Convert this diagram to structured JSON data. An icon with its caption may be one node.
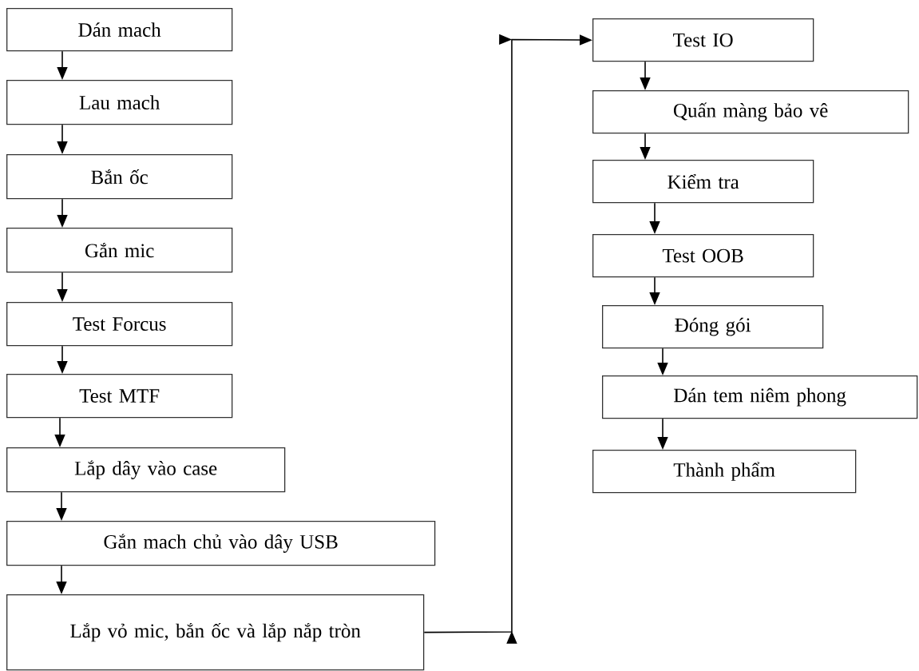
{
  "diagram": {
    "nodes": [
      {
        "text": [
          "Dán mach"
        ]
      },
      {
        "text": [
          "Lau mach"
        ]
      },
      {
        "text": [
          "Bắn ốc"
        ]
      },
      {
        "text": [
          "Gắn mic"
        ]
      },
      {
        "text": [
          "Test Forcus"
        ]
      },
      {
        "text": [
          "Test MTF"
        ]
      },
      {
        "text": [
          "Lắp dây vào case"
        ]
      },
      {
        "text": [
          "Gắn mach chủ vào dây USB"
        ]
      },
      {
        "text": [
          "Lắp vỏ mic, bắn ốc và lắp nắp tròn"
        ]
      },
      {
        "text": [
          "Test IO"
        ]
      },
      {
        "text": [
          "Quấn màng bảo vê"
        ]
      },
      {
        "text": [
          "Kiểm tra"
        ]
      },
      {
        "text": [
          "Test OOB"
        ]
      },
      {
        "text": [
          "Đóng gói"
        ]
      },
      {
        "text": [
          "Dán tem niêm phong"
        ]
      },
      {
        "text": [
          "Thành phẩm"
        ]
      }
    ],
    "edges": [
      {
        "from": 0,
        "to": 1,
        "arrow": "to"
      },
      {
        "from": 1,
        "to": 2,
        "arrow": "to"
      },
      {
        "from": 2,
        "to": 3,
        "arrow": "to"
      },
      {
        "from": 3,
        "to": 4,
        "arrow": "to"
      },
      {
        "from": 4,
        "to": 5,
        "arrow": "to"
      },
      {
        "from": 5,
        "to": 6,
        "arrow": "to"
      },
      {
        "from": 6,
        "to": 7,
        "arrow": "to"
      },
      {
        "from": 7,
        "to": 8,
        "arrow": "to"
      },
      {
        "from": 8,
        "to": 9,
        "arrow": "to"
      },
      {
        "from": 9,
        "to": 10,
        "arrow": "to"
      },
      {
        "from": 10,
        "to": 11,
        "arrow": "to"
      },
      {
        "from": 11,
        "to": 12,
        "arrow": "to"
      },
      {
        "from": 12,
        "to": 13,
        "arrow": "to"
      },
      {
        "from": 13,
        "to": 14,
        "arrow": "to"
      },
      {
        "from": 14,
        "to": 15,
        "arrow": "to"
      }
    ]
  }
}
